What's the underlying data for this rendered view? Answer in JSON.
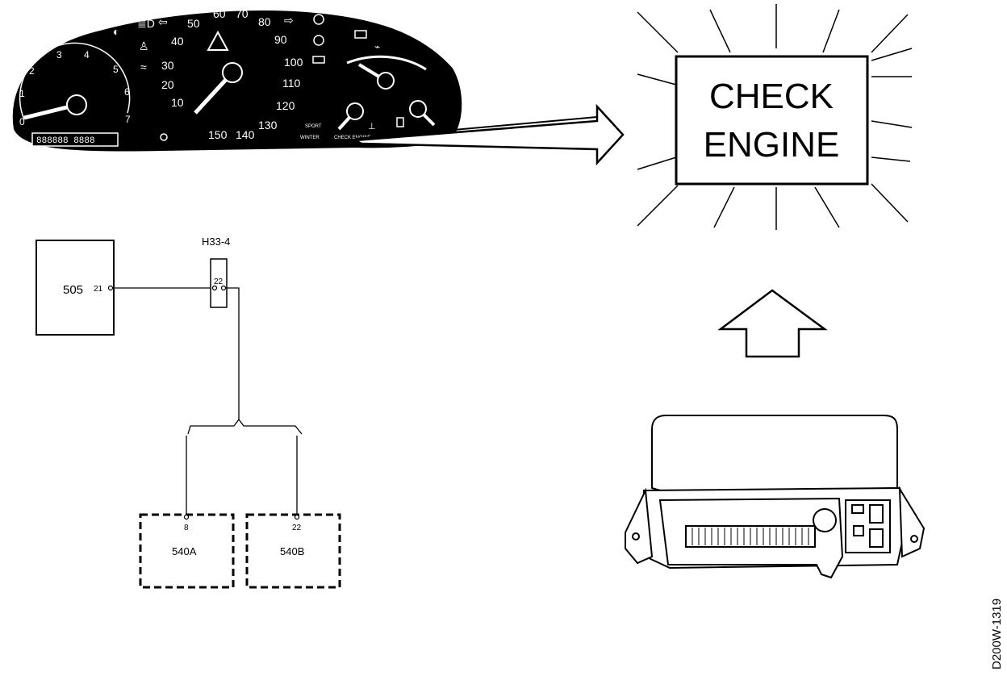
{
  "cluster": {
    "speedo_ticks": [
      "10",
      "20",
      "30",
      "40",
      "50",
      "60",
      "70",
      "80",
      "90",
      "100",
      "110",
      "120",
      "130",
      "140",
      "150"
    ],
    "tacho_ticks": [
      "0",
      "1",
      "2",
      "3",
      "4",
      "5",
      "6",
      "7"
    ],
    "odometer": "888888 8888",
    "check_engine_tag": "CHECK ENGINE",
    "sport_label": "SPORT",
    "winter_label": "WINTER"
  },
  "lamp": {
    "line1": "CHECK",
    "line2": "ENGINE"
  },
  "schematic": {
    "component_505": "505",
    "pin_505": "21",
    "connector": "H33-4",
    "connector_pin": "22",
    "component_540a": "540A",
    "pin_540a": "8",
    "component_540b": "540B",
    "pin_540b": "22"
  },
  "figure_id": "D200W-1319",
  "colors": {
    "ink": "#000000",
    "paper": "#ffffff"
  }
}
